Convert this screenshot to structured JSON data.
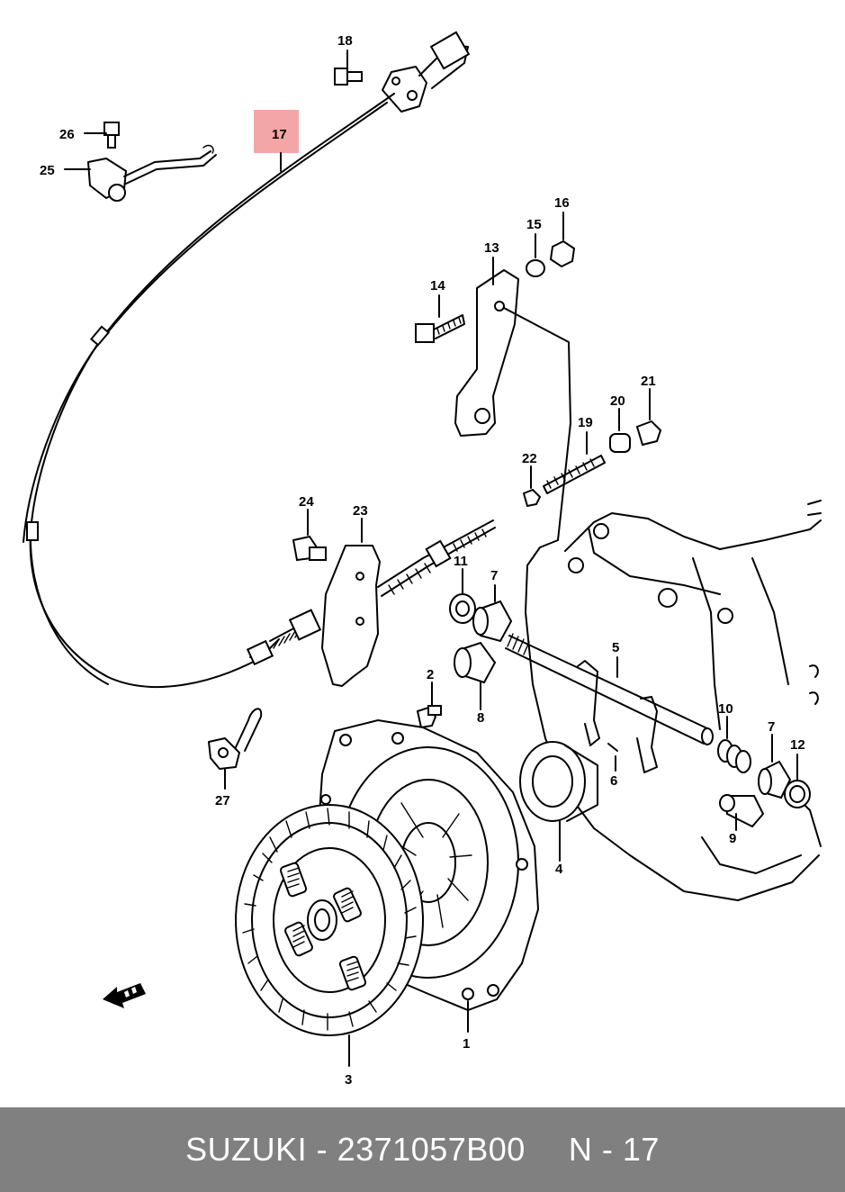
{
  "callouts": {
    "p1": "1",
    "p2": "2",
    "p3": "3",
    "p4": "4",
    "p5": "5",
    "p6": "6",
    "p7a": "7",
    "p7b": "7",
    "p8": "8",
    "p9": "9",
    "p10": "10",
    "p11": "11",
    "p12": "12",
    "p13": "13",
    "p14": "14",
    "p15": "15",
    "p16": "16",
    "p17": "17",
    "p18": "18",
    "p19": "19",
    "p20": "20",
    "p21": "21",
    "p22": "22",
    "p23": "23",
    "p24": "24",
    "p25": "25",
    "p26": "26",
    "p27": "27"
  },
  "highlight": {
    "part": "17",
    "color": "#f4a6a6"
  },
  "footer": {
    "brand_part": "SUZUKI - 2371057B00",
    "position_ref": "N - 17",
    "background": "#808080"
  },
  "icons": {
    "front_arrow": "front-arrow-icon"
  }
}
